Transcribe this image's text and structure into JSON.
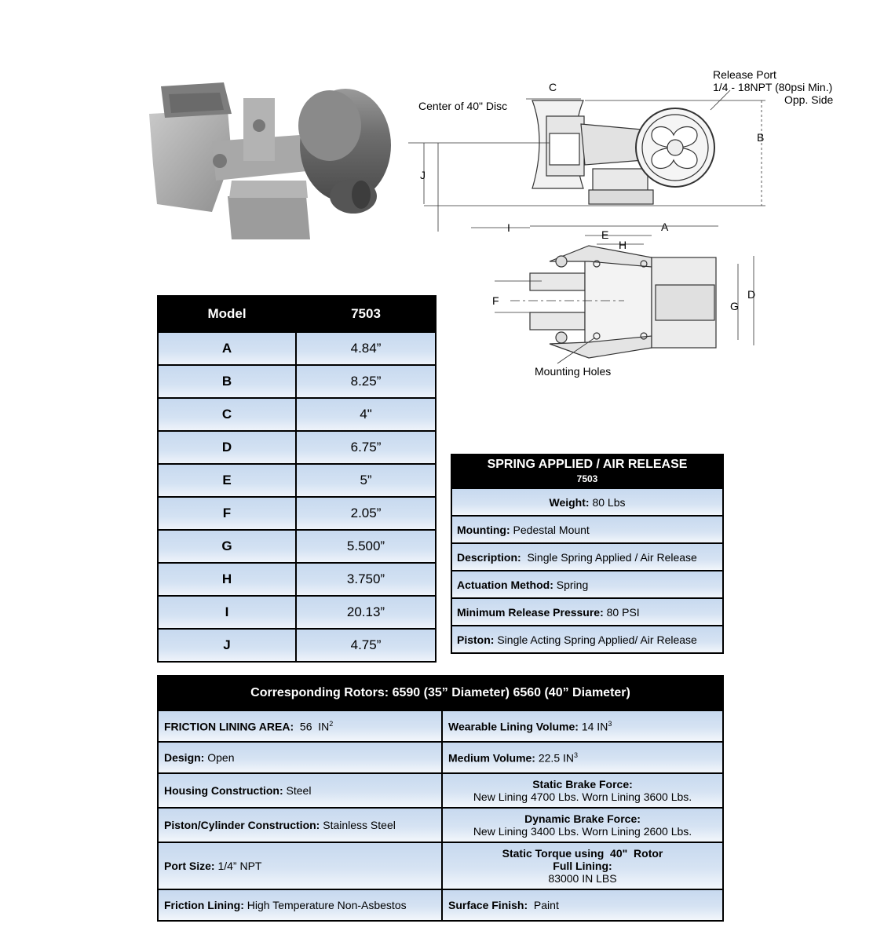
{
  "drawing": {
    "release_port_line1": "Release Port",
    "release_port_line2": "1/4 - 18NPT (80psi Min.)",
    "release_port_line3": "Opp.  Side",
    "center_disc": "Center of 40\" Disc",
    "mounting_holes": "Mounting Holes",
    "dims": {
      "A": "A",
      "B": "B",
      "C": "C",
      "D": "D",
      "E": "E",
      "F": "F",
      "G": "G",
      "H": "H",
      "I": "I",
      "J": "J"
    }
  },
  "dimensions": {
    "header_model": "Model",
    "header_value": "7503",
    "rows": [
      {
        "key": "A",
        "value": "4.84”"
      },
      {
        "key": "B",
        "value": "8.25”"
      },
      {
        "key": "C",
        "value": "4\""
      },
      {
        "key": "D",
        "value": "6.75”"
      },
      {
        "key": "E",
        "value": "5”"
      },
      {
        "key": "F",
        "value": "2.05”"
      },
      {
        "key": "G",
        "value": "5.500”"
      },
      {
        "key": "H",
        "value": "3.750”"
      },
      {
        "key": "I",
        "value": "20.13”"
      },
      {
        "key": "J",
        "value": "4.75”"
      }
    ]
  },
  "specs": {
    "title": "SPRING APPLIED / AIR RELEASE",
    "subtitle": "7503",
    "rows": [
      {
        "label": "Weight:",
        "value": " 80 Lbs"
      },
      {
        "label": "Mounting:",
        "value": " Pedestal Mount"
      },
      {
        "label": "Description:",
        "value": "  Single Spring Applied / Air Release"
      },
      {
        "label": "Actuation Method:",
        "value": " Spring"
      },
      {
        "label": "Minimum Release Pressure:",
        "value": " 80 PSI"
      },
      {
        "label": "Piston:",
        "value": " Single Acting Spring Applied/ Air Release"
      }
    ]
  },
  "rotors": {
    "title": "Corresponding Rotors: 6590 (35” Diameter) 6560 (40” Diameter)",
    "friction_area_label": "FRICTION LINING AREA:",
    "friction_area_value": "  56  IN",
    "friction_area_sup": "2",
    "wearable_label": "Wearable Lining Volume:",
    "wearable_value": " 14 IN",
    "wearable_sup": "3",
    "design_label": "Design:",
    "design_value": " Open",
    "medium_label": "Medium Volume:",
    "medium_value": " 22.5 IN",
    "medium_sup": "3",
    "housing_label": "Housing Construction:",
    "housing_value": " Steel",
    "static_force_label": "Static Brake Force:",
    "static_force_value": "New Lining 4700 Lbs. Worn Lining 3600 Lbs.",
    "piston_label": "Piston/Cylinder Construction:",
    "piston_value": " Stainless Steel",
    "dynamic_force_label": "Dynamic Brake Force:",
    "dynamic_force_value": "New Lining 3400 Lbs. Worn Lining 2600 Lbs.",
    "port_label": "Port Size:",
    "port_value": " 1/4” NPT",
    "torque_label1": "Static Torque using  40\"  Rotor",
    "torque_label2": "Full Lining:",
    "torque_value": "83000 IN LBS",
    "lining_label": "Friction Lining:",
    "lining_value": " High Temperature Non-Asbestos",
    "finish_label": "Surface Finish:",
    "finish_value": "  Paint"
  }
}
